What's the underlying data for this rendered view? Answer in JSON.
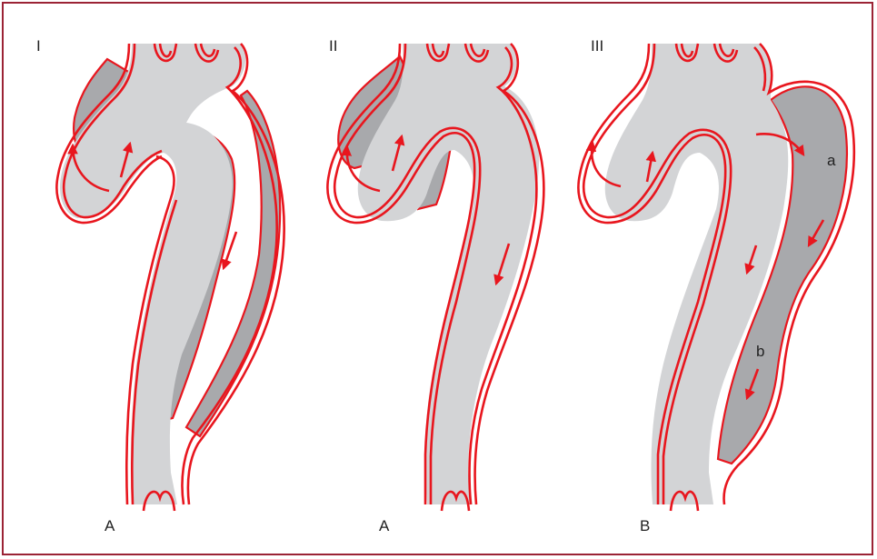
{
  "panels": [
    {
      "numeral": "I",
      "type_letter": "A"
    },
    {
      "numeral": "II",
      "type_letter": "A"
    },
    {
      "numeral": "III",
      "type_letter": "B",
      "regions": [
        "a",
        "b"
      ]
    }
  ],
  "colors": {
    "wall": "#e8161e",
    "true_lumen": "#d3d4d6",
    "false_lumen": "#a8a9ac",
    "frame": "#9b2335"
  }
}
